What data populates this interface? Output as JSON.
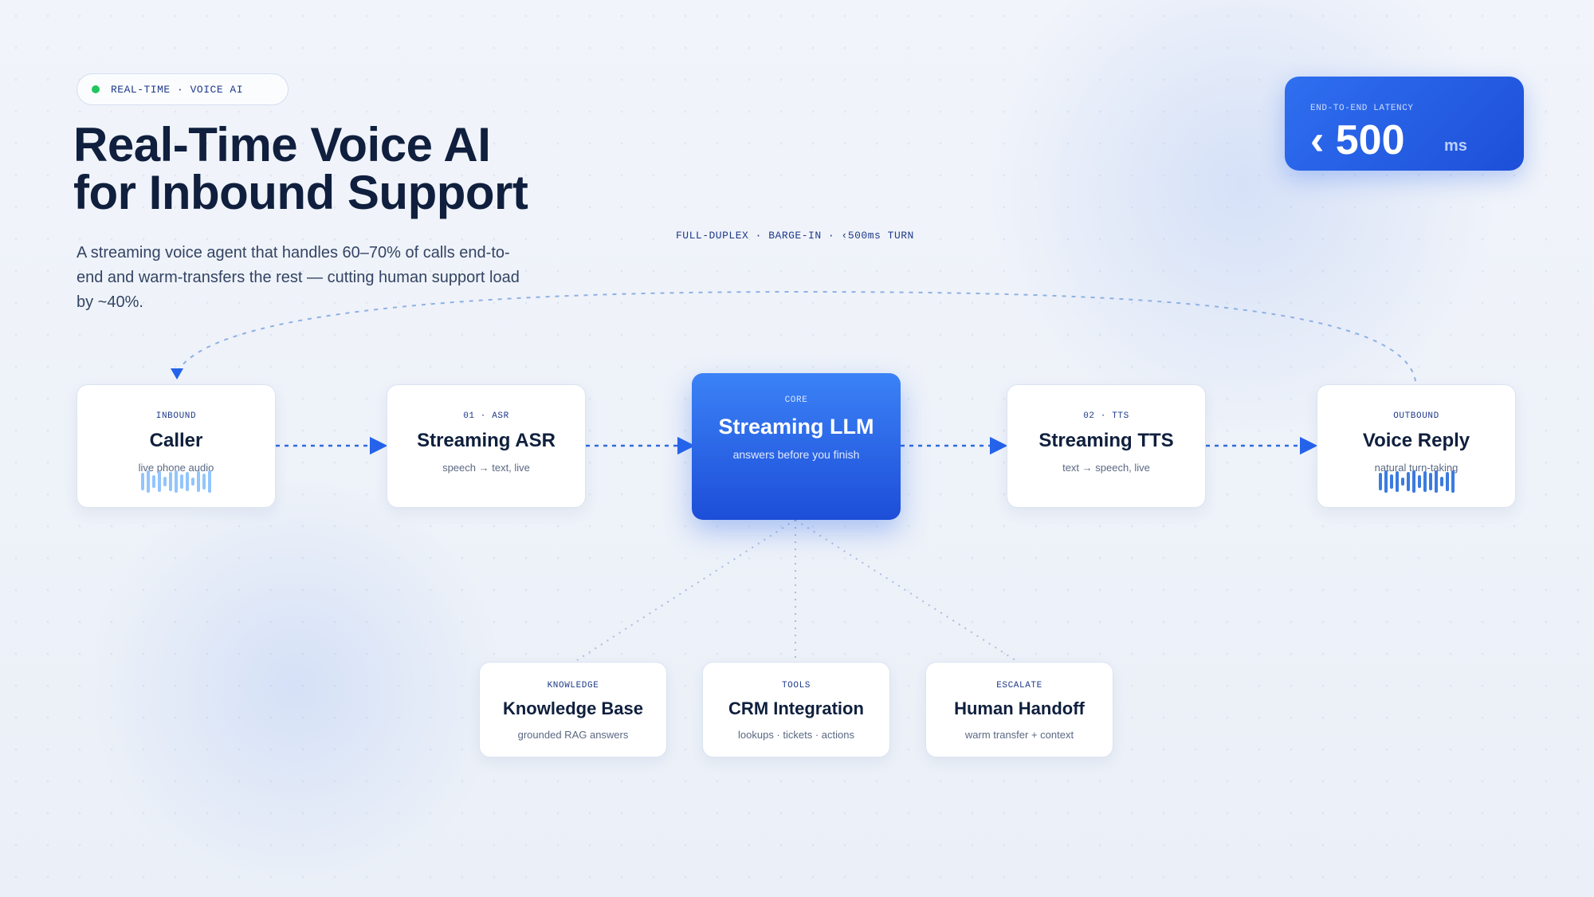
{
  "badge": {
    "label": "REAL-TIME · VOICE AI",
    "status_color": "#22c55e"
  },
  "hero": {
    "title_line1": "Real-Time Voice AI",
    "title_line2": "for Inbound Support",
    "subtitle": "A streaming voice agent that handles 60–70% of calls end-to-end and warm-transfers the rest — cutting human support load by ~40%."
  },
  "latency": {
    "label": "END-TO-END LATENCY",
    "value": "‹ 500",
    "unit": "ms"
  },
  "tagline": "FULL-DUPLEX · BARGE-IN · ‹500ms TURN",
  "pipeline": [
    {
      "kicker": "INBOUND",
      "title": "Caller",
      "desc": "live phone audio"
    },
    {
      "kicker": "01 · ASR",
      "title": "Streaming ASR",
      "desc": "speech → text, live"
    },
    {
      "kicker": "CORE",
      "title": "Streaming LLM",
      "desc": "answers before you finish"
    },
    {
      "kicker": "02 · TTS",
      "title": "Streaming TTS",
      "desc": "text → speech, live"
    },
    {
      "kicker": "OUTBOUND",
      "title": "Voice Reply",
      "desc": "natural turn-taking"
    }
  ],
  "integrations": [
    {
      "kicker": "KNOWLEDGE",
      "title": "Knowledge Base",
      "desc": "grounded RAG answers"
    },
    {
      "kicker": "TOOLS",
      "title": "CRM Integration",
      "desc": "lookups · tickets · actions"
    },
    {
      "kicker": "ESCALATE",
      "title": "Human Handoff",
      "desc": "warm transfer + context"
    }
  ],
  "colors": {
    "accent": "#2563eb",
    "ink": "#0f1f3d",
    "wave_in": "#93c5fd",
    "wave_out": "#3b7be0"
  }
}
